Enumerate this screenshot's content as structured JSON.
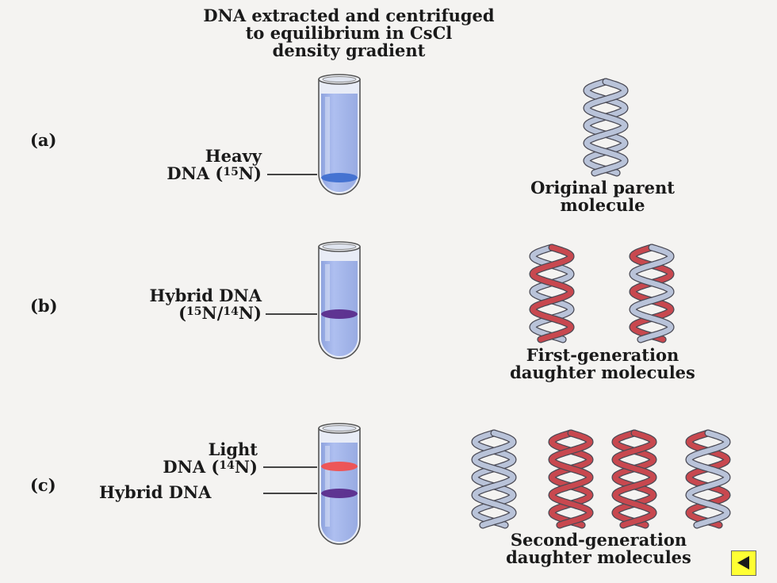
{
  "header": {
    "line1": "DNA extracted and centrifuged",
    "line2": "to equilibrium in CsCl",
    "line3": "density gradient"
  },
  "panel_a": {
    "letter": "(a)",
    "band_label_1": "Heavy",
    "band_label_2_prefix": "DNA (",
    "band_label_2_sup": "15",
    "band_label_2_suffix": "N)",
    "caption_1": "Original parent",
    "caption_2": "molecule",
    "band_color": "#3f6fd0"
  },
  "panel_b": {
    "letter": "(b)",
    "band_label_1": "Hybrid DNA",
    "band_label_2_open": "(",
    "band_label_2_sup1": "15",
    "band_label_2_mid": "N/",
    "band_label_2_sup2": "14",
    "band_label_2_close": "N)",
    "caption_1": "First-generation",
    "caption_2": "daughter molecules",
    "band_color": "#5a2c8c"
  },
  "panel_c": {
    "letter": "(c)",
    "light_label_1": "Light",
    "light_label_2_prefix": "DNA (",
    "light_label_2_sup": "14",
    "light_label_2_suffix": "N)",
    "hybrid_label": "Hybrid DNA",
    "caption_1": "Second-generation",
    "caption_2": "daughter molecules",
    "light_band_color": "#f05050",
    "hybrid_band_color": "#5a2c8c"
  },
  "colors": {
    "heavy_strand": "#b9c3d9",
    "light_strand": "#c8484f",
    "tube_fluid": "#aebff0",
    "nav_button": "#ffff33"
  },
  "nav": {
    "icon": "back-arrow-icon"
  }
}
